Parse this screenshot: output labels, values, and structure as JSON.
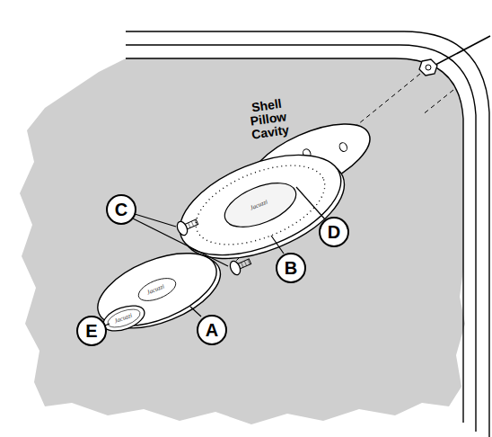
{
  "diagram": {
    "nodes": [
      {
        "text": [
          "C"
        ]
      },
      {
        "text": [
          "D"
        ]
      },
      {
        "text": [
          "B"
        ]
      },
      {
        "text": [
          "A"
        ]
      },
      {
        "text": [
          "E"
        ]
      }
    ],
    "labels": [
      "Shell Pillow Cavity",
      "Jacuzzi",
      "Jacuzzi",
      "Jacuzzi"
    ]
  }
}
